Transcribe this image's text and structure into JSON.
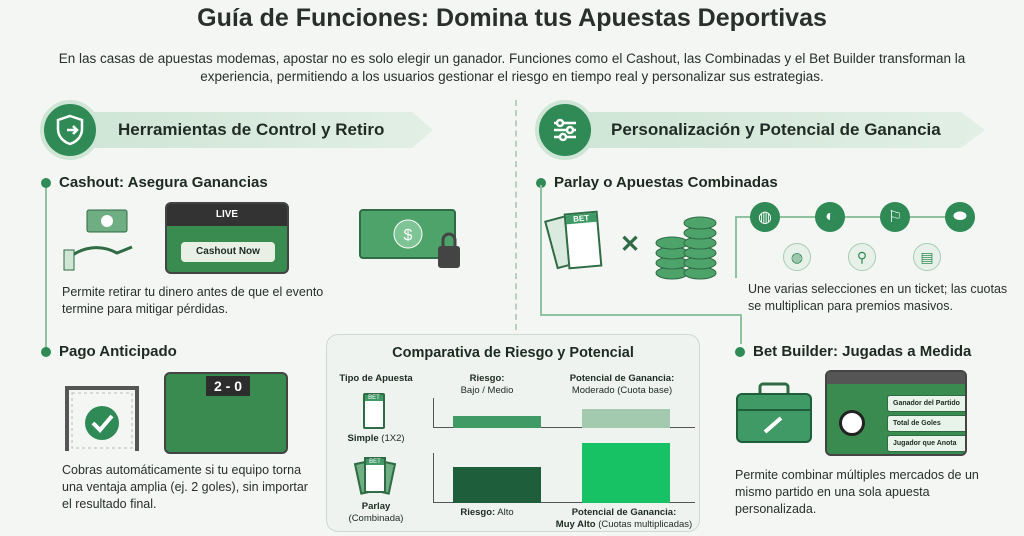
{
  "title": "Guía de Funciones: Domina tus Apuestas Deportivas",
  "intro": "En las casas de apuestas modemas, apostar no es solo elegir un ganador. Funciones como el Cashout, las Combinadas y el Bet Builder transforman la experiencia, permitiendo a los usuarios gestionar el riesgo en tiempo real y personalizar sus estrategias.",
  "left": {
    "banner": "Herramientas de Control y Retiro",
    "cashout": {
      "title": "Cashout: Asegura Ganancias",
      "live": "LIVE",
      "button": "Cashout Now",
      "text": "Permite retirar tu dinero antes de que el evento termine para mitigar pérdidas."
    },
    "early": {
      "title": "Pago Anticipado",
      "score": "2 - 0",
      "text": "Cobras automáticamente si tu equipo torna una ventaja amplia (ej. 2 goles), sin importar el resultado final."
    }
  },
  "right": {
    "banner": "Personalización y Potencial de Ganancia",
    "parlay": {
      "title": "Parlay o Apuestas Combinadas",
      "ticket": "BET",
      "text": "Une varias selecciones en un ticket; las cuotas se multiplican para premios masivos."
    },
    "builder": {
      "title": "Bet Builder: Jugadas a Medida",
      "options": [
        "Ganador del Partido",
        "Total de Goles",
        "Jugador que Anota"
      ],
      "text": "Permite combinar múltiples mercados de un mismo partido en una sola apuesta personalizada."
    }
  },
  "comparison": {
    "title": "Comparativa de Riesgo y Potencial",
    "col_type": "Tipo de Apuesta",
    "ticket": "BET",
    "simple_label": "Simple",
    "simple_sub": "(1X2)",
    "parlay_label": "Parlay",
    "parlay_sub": "(Combinada)",
    "risk_low": "Riesgo:",
    "risk_low_val": "Bajo / Medio",
    "pot_mod": "Potencial de Ganancia:",
    "pot_mod_val": "Moderado (Cuota base)",
    "risk_high": "Riesgo:",
    "risk_high_val": "Alto",
    "pot_high": "Potencial de Ganancia:",
    "pot_high_val": "Muy Alto",
    "pot_high_sub": "(Cuotas multiplicadas)",
    "levels": {
      "simple_risk": 0.25,
      "simple_potential": 0.4,
      "parlay_risk": 0.6,
      "parlay_potential": 1.0
    },
    "colors": {
      "simple_risk": "#3f9a66",
      "simple_potential": "#a3c9ae",
      "parlay_risk": "#1f5e3b",
      "parlay_potential": "#17c265"
    }
  }
}
